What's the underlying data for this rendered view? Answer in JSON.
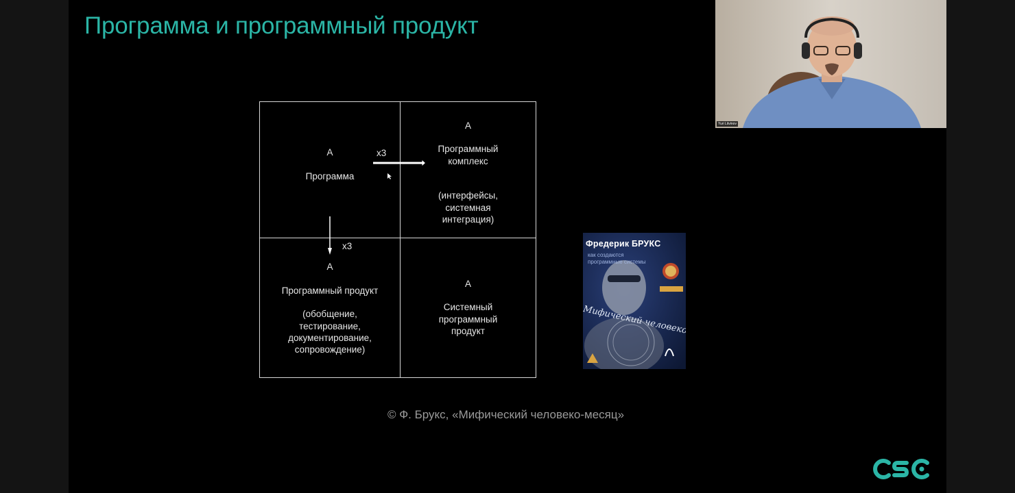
{
  "slide": {
    "title": "Программа и программный продукт",
    "caption": "© Ф. Брукс, «Мифический человеко-месяц»"
  },
  "diagram": {
    "top_left": {
      "letter": "A",
      "title": "Программа"
    },
    "top_right": {
      "letter": "A",
      "title_l1": "Программный",
      "title_l2": "комплекс",
      "note_l1": "(интерфейсы,",
      "note_l2": "системная",
      "note_l3": "интеграция)"
    },
    "bottom_left": {
      "letter": "A",
      "title": "Программный продукт",
      "note_l1": "(обобщение,",
      "note_l2": "тестирование,",
      "note_l3": "документирование,",
      "note_l4": "сопровождение)"
    },
    "bottom_right": {
      "letter": "A",
      "title_l1": "Системный",
      "title_l2": "программный",
      "title_l3": "продукт"
    },
    "arrow_right_label": "x3",
    "arrow_down_label": "x3"
  },
  "book": {
    "author": "Фредерик БРУКС",
    "subtitle_l1": "как создаются",
    "subtitle_l2": "программные системы",
    "script_title": "Мифический человеко-месяц"
  },
  "video": {
    "participant_name": "Yuri Litvinov"
  },
  "logo": {
    "text": "CSC",
    "color": "#2bb5a6"
  },
  "colors": {
    "accent": "#2bb5a6",
    "slide_bg": "#000000",
    "frame_bg": "#141414"
  }
}
